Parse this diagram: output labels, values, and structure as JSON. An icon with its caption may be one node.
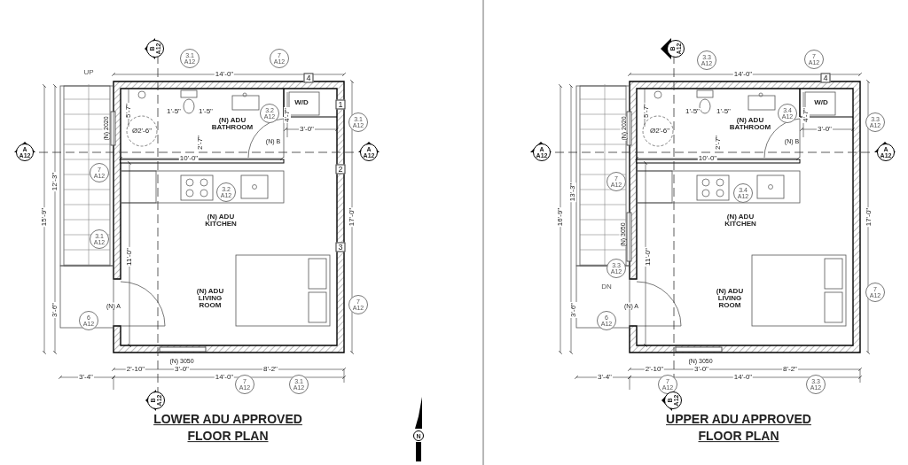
{
  "diagram": {
    "nodes": [
      {
        "text": [
          "(N) ADU BATHROOM"
        ]
      },
      {
        "text": [
          "W/D"
        ]
      },
      {
        "text": [
          "(N) ADU KITCHEN"
        ]
      },
      {
        "text": [
          "(N) ADU LIVING ROOM"
        ]
      },
      {
        "text": [
          "(N) ADU BATHROOM"
        ]
      },
      {
        "text": [
          "W/D"
        ]
      },
      {
        "text": [
          "(N) ADU KITCHEN"
        ]
      },
      {
        "text": [
          "(N) ADU LIVING ROOM"
        ]
      }
    ],
    "labels": [
      "B A12",
      "3.1 A12",
      "7 A12",
      "UP",
      "14'-0\"",
      "4",
      "1",
      "3.1 A12",
      "A A12",
      "A A12",
      "5'-7\"",
      "1'-5\"",
      "1'-5\"",
      "3.2 A12",
      "4'-7\"",
      "(N) 2020",
      "Ø2'-6\"",
      "(N) B",
      "2'-7\"",
      "3'-0\"",
      "10'-0\"",
      "2",
      "7 A12",
      "12'-3\"",
      "3.2 A12",
      "15'-9\"",
      "17'-0\"",
      "3.1 A12",
      "3",
      "11'-0\"",
      "(N) A",
      "3'-6\"",
      "6 A12",
      "7 A12",
      "(N) 3050",
      "2'-10\"",
      "3'-0\"",
      "8'-2\"",
      "3'-4\"",
      "14'-0\"",
      "7 A12",
      "3.1 A12",
      "B A12",
      "LOWER ADU APPROVED FLOOR PLAN",
      "B A12",
      "3.3 A12",
      "7 A12",
      "14'-0\"",
      "4",
      "3.3 A12",
      "A A12",
      "A A12",
      "5'-7\"",
      "1'-5\"",
      "1'-5\"",
      "3.4 A12",
      "4'-7\"",
      "(N) 2020",
      "Ø2'-6\"",
      "(N) B",
      "2'-7\"",
      "3'-0\"",
      "10'-0\"",
      "7 A12",
      "13'-3\"",
      "3.4 A12",
      "16'-9\"",
      "17'-0\"",
      "(N) 3050",
      "11'-0\"",
      "3.3 A12",
      "DN",
      "(N) A",
      "3'-6\"",
      "6 A12",
      "7 A12",
      "(N) 3050",
      "2'-10\"",
      "3'-0\"",
      "8'-2\"",
      "3'-4\"",
      "14'-0\"",
      "7 A12",
      "3.3 A12",
      "B A12",
      "UPPER ADU APPROVED FLOOR PLAN",
      "N"
    ]
  }
}
